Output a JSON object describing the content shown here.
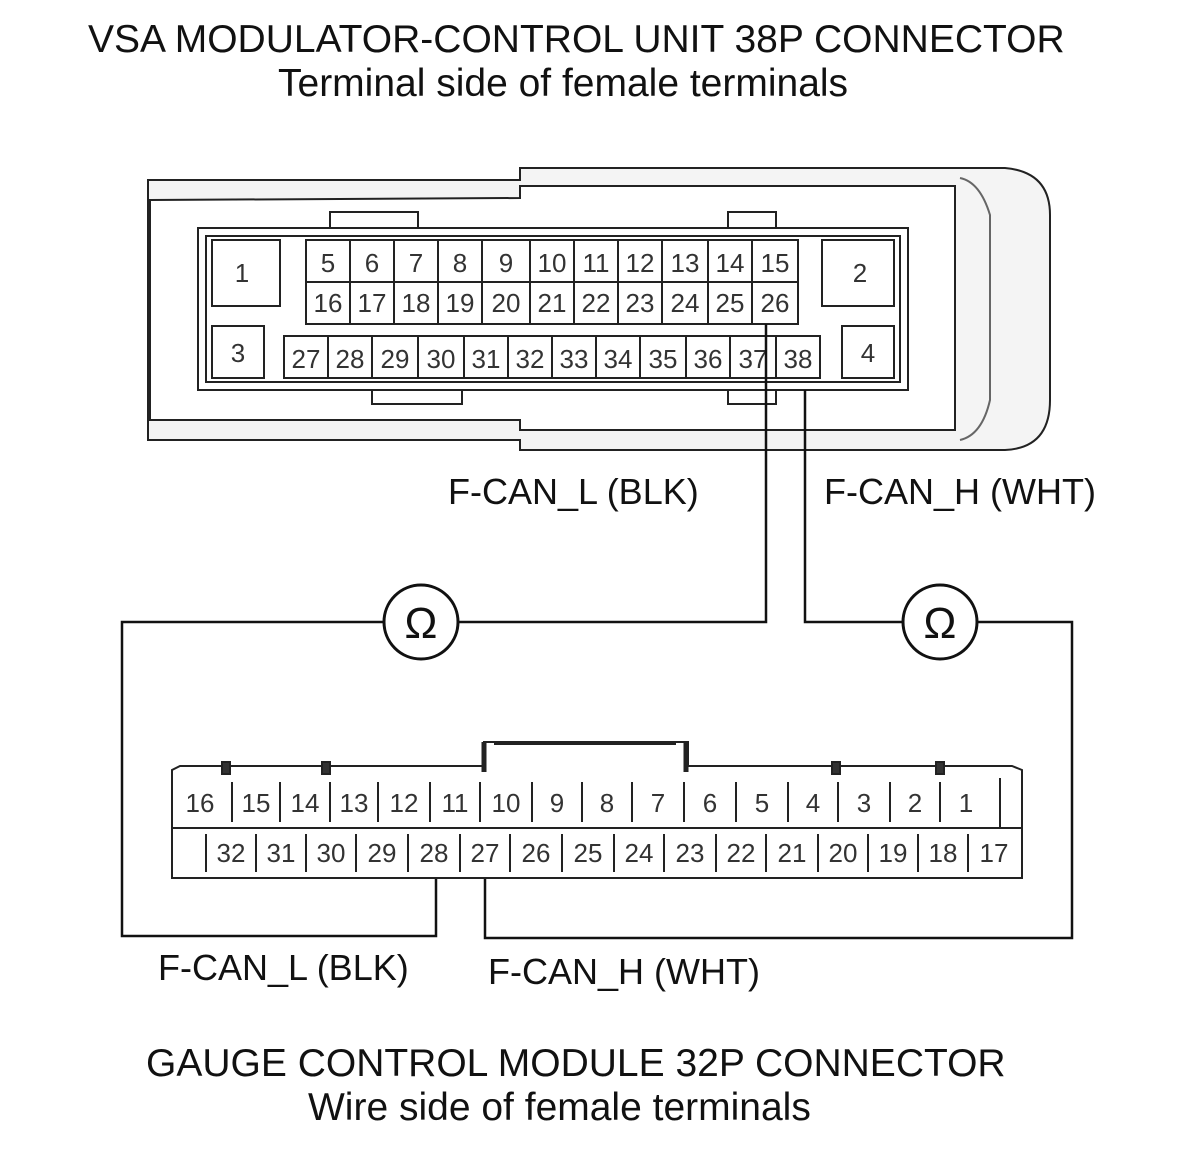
{
  "top_connector": {
    "title": "VSA MODULATOR-CONTROL UNIT 38P CONNECTOR",
    "subtitle": "Terminal side of female terminals",
    "corner_pins": [
      "1",
      "2",
      "3",
      "4"
    ],
    "row1": [
      "5",
      "6",
      "7",
      "8",
      "9",
      "10",
      "11",
      "12",
      "13",
      "14",
      "15"
    ],
    "row2": [
      "16",
      "17",
      "18",
      "19",
      "20",
      "21",
      "22",
      "23",
      "24",
      "25",
      "26"
    ],
    "row3": [
      "27",
      "28",
      "29",
      "30",
      "31",
      "32",
      "33",
      "34",
      "35",
      "36",
      "37",
      "38"
    ]
  },
  "bottom_connector": {
    "title": "GAUGE CONTROL MODULE 32P CONNECTOR",
    "subtitle": "Wire side of female terminals",
    "row1": [
      "16",
      "15",
      "14",
      "13",
      "12",
      "11",
      "10",
      "9",
      "8",
      "7",
      "6",
      "5",
      "4",
      "3",
      "2",
      "1"
    ],
    "row2": [
      "32",
      "31",
      "30",
      "29",
      "28",
      "27",
      "26",
      "25",
      "24",
      "23",
      "22",
      "21",
      "20",
      "19",
      "18",
      "17"
    ]
  },
  "wires": {
    "top_left_label": "F-CAN_L (BLK)",
    "top_right_label": "F-CAN_H (WHT)",
    "bottom_left_label": "F-CAN_L (BLK)",
    "bottom_right_label": "F-CAN_H (WHT)"
  },
  "meters": {
    "symbol": "Ω"
  }
}
